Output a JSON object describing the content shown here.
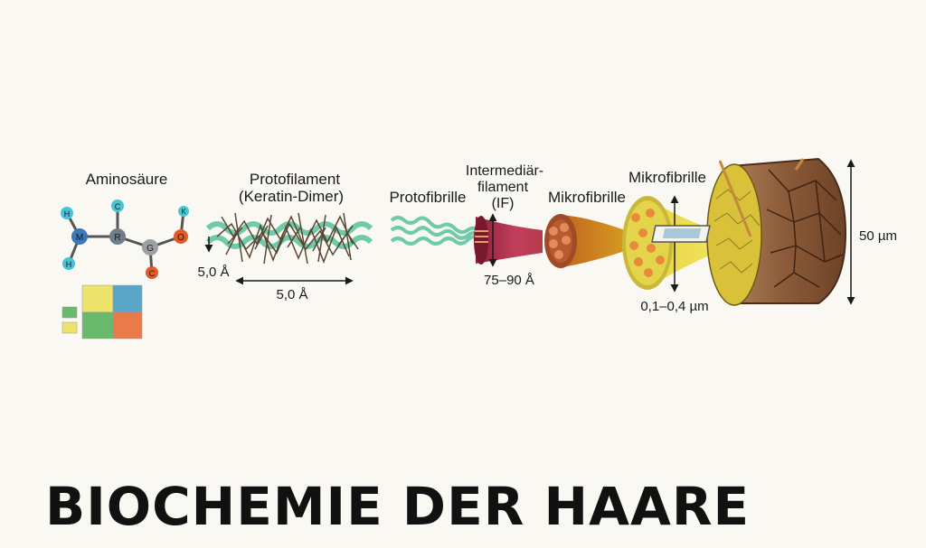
{
  "title": "BIOCHEMIE DER HAARE",
  "labels": {
    "aminosaeure": "Aminosäure",
    "protofilament_1": "Protofilament",
    "protofilament_2": "(Keratin-Dimer)",
    "protofibrille": "Protofibrille",
    "intermediaer_1": "Intermediär-",
    "intermediaer_2": "filament",
    "intermediaer_3": "(IF)",
    "mikrofibrille_1": "Mikrofibrille",
    "mikrofibrille_2": "Mikrofibrille"
  },
  "measurements": {
    "protofilament_height": "5,0 Å",
    "protofilament_length": "5,0 Å",
    "if_diameter": "75–90 Å",
    "mikrofibrille_diameter": "0,1–0,4 µm",
    "hair_diameter": "50 µm"
  },
  "atoms": {
    "h1": "H",
    "h2": "H",
    "m": "M",
    "c_top": "C",
    "r": "R",
    "g": "G",
    "o": "O",
    "k": "K",
    "c_bottom": "C"
  },
  "colors": {
    "background": "#faf8f3",
    "helix": "#6fcaa8",
    "keratin_mesh": "#5a4632",
    "if_body": "#b8304f",
    "mikrofibrille": "#c97a2a",
    "macrofibrille": "#e6d64a",
    "cortex": "#8a5a3a"
  }
}
